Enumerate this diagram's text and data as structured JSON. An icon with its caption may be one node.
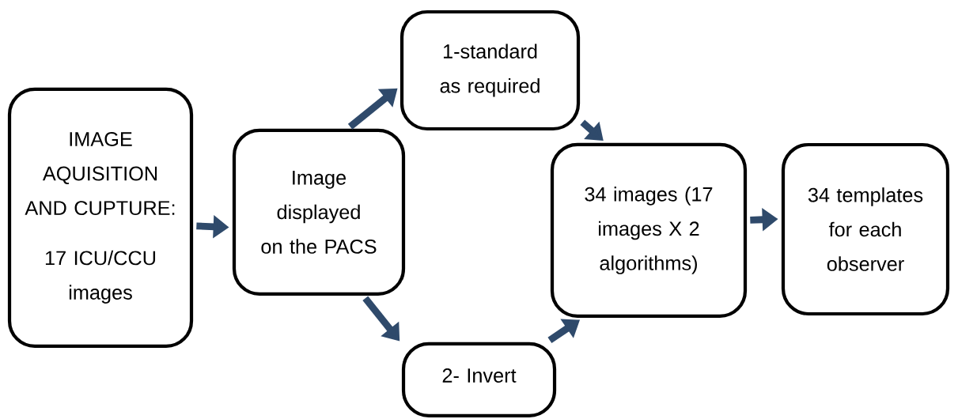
{
  "diagram": {
    "nodes": [
      {
        "text": [
          "IMAGE AQUISITION AND CUPTURE:",
          "17 ICU/CCU images"
        ]
      },
      {
        "text": [
          "Image displayed on the PACS"
        ]
      },
      {
        "text": [
          "1-standard as required"
        ]
      },
      {
        "text": [
          "34 images (17 images X 2 algorithms)"
        ]
      },
      {
        "text": [
          "34 templates for each observer"
        ]
      },
      {
        "text": [
          "2- Invert"
        ]
      }
    ],
    "edges": [
      {
        "from": 0,
        "to": 1,
        "arrow": "to"
      },
      {
        "from": 1,
        "to": 2,
        "arrow": "to"
      },
      {
        "from": 2,
        "to": 3,
        "arrow": "to"
      },
      {
        "from": 1,
        "to": 5,
        "arrow": "to"
      },
      {
        "from": 5,
        "to": 3,
        "arrow": "to"
      },
      {
        "from": 3,
        "to": 4,
        "arrow": "to"
      }
    ]
  }
}
